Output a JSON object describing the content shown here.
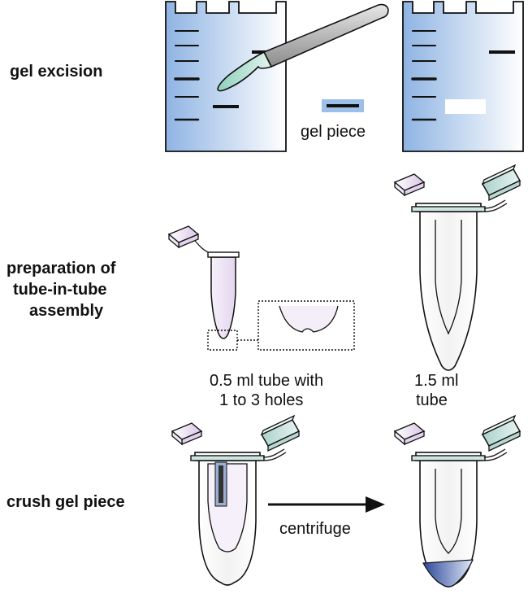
{
  "steps": {
    "gel_excision": "gel excision",
    "preparation_line1": "preparation of",
    "preparation_line2": "tube-in-tube",
    "preparation_line3": "assembly",
    "crush": "crush gel piece"
  },
  "captions": {
    "gel_piece": "gel piece",
    "small_tube_line1": "0.5 ml tube with",
    "small_tube_line2": "1 to 3 holes",
    "large_tube_line1": "1.5 ml",
    "large_tube_line2": "tube",
    "centrifuge": "centrifuge"
  },
  "colors": {
    "gel_blue": "#8fb4e3",
    "small_tube_tint": "#f1e8f6",
    "lid_green": "#cfe5e2",
    "lid_purple": "#eadff0",
    "eluate_blue": "#3b5bab"
  }
}
